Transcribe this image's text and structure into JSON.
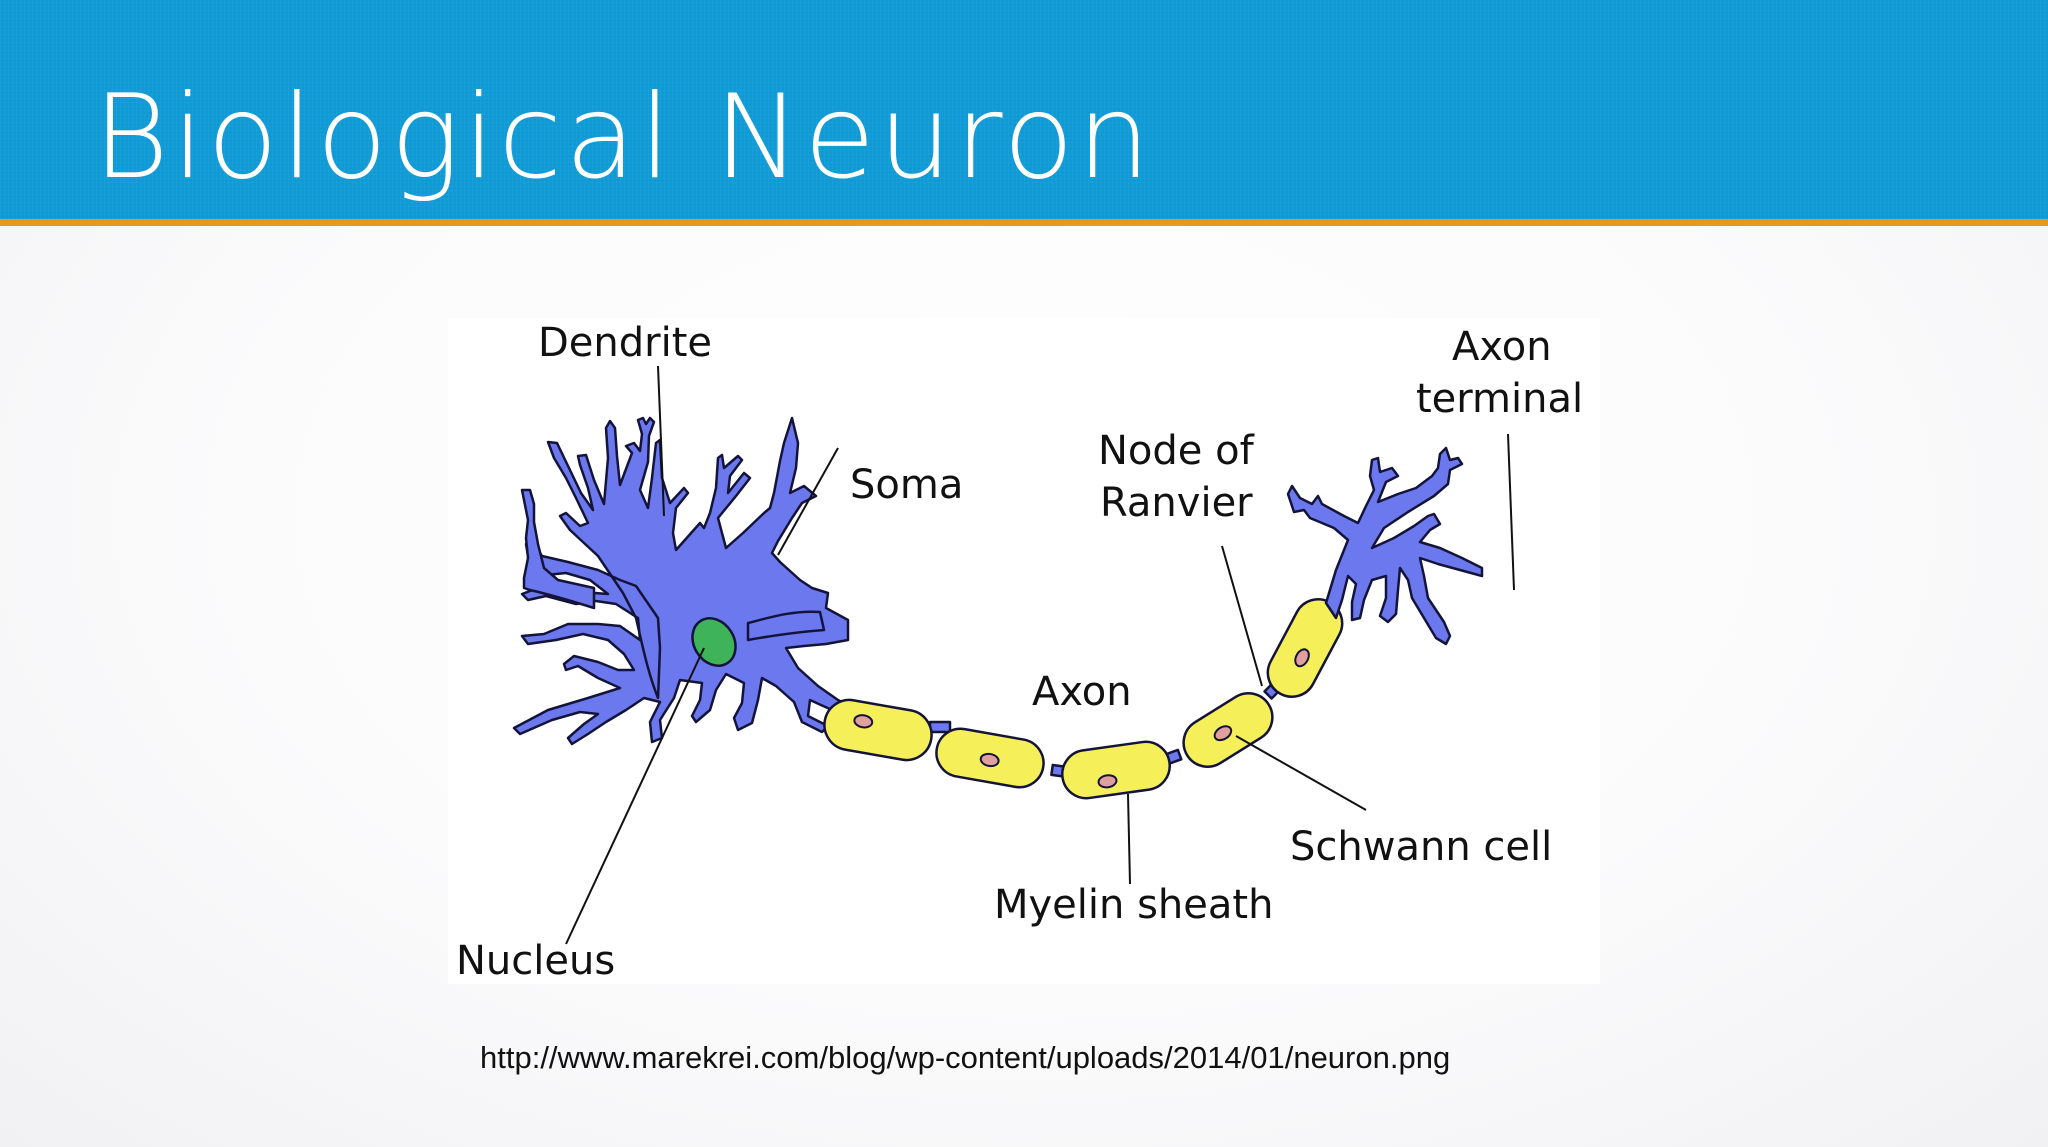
{
  "slide": {
    "title": "Biological Neuron",
    "source_url": "http://www.marekrei.com/blog/wp-content/uploads/2014/01/neuron.png"
  },
  "diagram": {
    "labels": {
      "dendrite": "Dendrite",
      "soma": "Soma",
      "nucleus": "Nucleus",
      "axon": "Axon",
      "node_of_ranvier_line1": "Node of",
      "node_of_ranvier_line2": "Ranvier",
      "axon_terminal_line1": "Axon",
      "axon_terminal_line2": "terminal",
      "schwann_cell": "Schwann cell",
      "myelin_sheath": "Myelin sheath"
    }
  },
  "colors": {
    "header_blue": "#0f9ad6",
    "header_accent": "#e59a1d",
    "neuron_body": "#6b78ee",
    "schwann_cell": "#f5ef5a",
    "schwann_nucleus": "#e0a0a0",
    "nucleus": "#3fb35a"
  }
}
